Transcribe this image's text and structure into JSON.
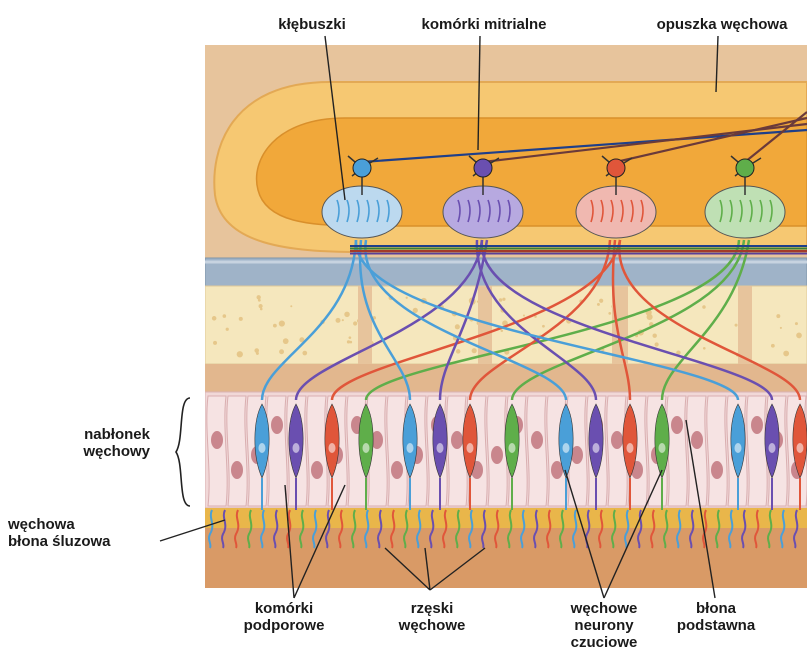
{
  "labels": {
    "glomeruli": "kłębuszki",
    "mitral_cells": "komórki mitrialne",
    "olfactory_bulb": "opuszka węchowa",
    "olfactory_epithelium": [
      "nabłonek",
      "węchowy"
    ],
    "olfactory_mucosa": [
      "węchowa",
      "błona śluzowa"
    ],
    "supporting_cells": [
      "komórki",
      "podporowe"
    ],
    "olfactory_cilia": [
      "rzęski",
      "węchowe"
    ],
    "sensory_neurons": [
      "węchowe",
      "neurony",
      "czuciowe"
    ],
    "basement_membrane": [
      "błona",
      "podstawna"
    ]
  },
  "neuron_colors": [
    "#4a9fd8",
    "#6a4fb0",
    "#e0563a",
    "#5fae4a"
  ],
  "glomerulus_colors": [
    "#bcd9ef",
    "#b7a9e0",
    "#f0b8b0",
    "#bfe0b4"
  ],
  "colors": {
    "background_tissue": "#e7c49c",
    "bulb_outer": "#f6c872",
    "bulb_inner": "#f1a83a",
    "bone": "#f5e7bd",
    "epithelium": "#f1d8d8",
    "nucleus": "#c9868d",
    "mucus": "#e9b64a",
    "lamina": "#d99a66",
    "gray_membrane": "#9fb3c8"
  }
}
